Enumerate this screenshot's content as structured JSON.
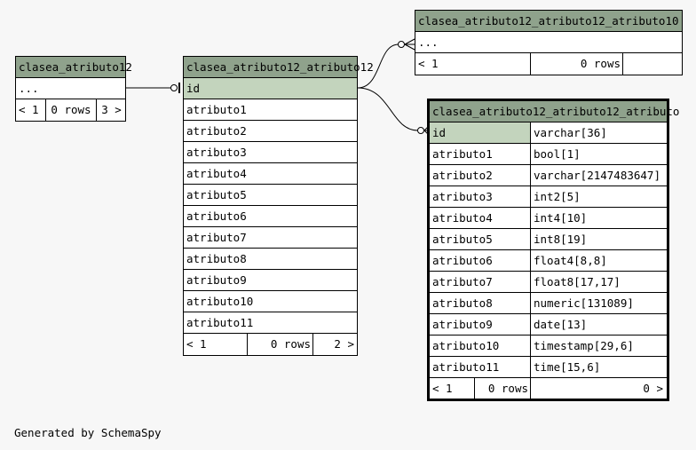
{
  "t_left": {
    "title": "clasea_atributo12",
    "dots": "...",
    "footer": {
      "nav_left": "< 1",
      "rows": "0 rows",
      "nav_right": "3 >"
    }
  },
  "t_mid": {
    "title": "clasea_atributo12_atributo12",
    "columns": [
      "id",
      "atributo1",
      "atributo2",
      "atributo3",
      "atributo4",
      "atributo5",
      "atributo6",
      "atributo7",
      "atributo8",
      "atributo9",
      "atributo10",
      "atributo11"
    ],
    "footer": {
      "nav_left": "< 1",
      "rows": "0 rows",
      "nav_right": "2 >"
    }
  },
  "t_topright": {
    "title": "clasea_atributo12_atributo12_atributo10",
    "dots": "...",
    "footer": {
      "nav_left": "< 1",
      "rows": "0 rows"
    }
  },
  "t_focus": {
    "title": "clasea_atributo12_atributo12_atributo",
    "columns": [
      {
        "name": "id",
        "type": "varchar[36]"
      },
      {
        "name": "atributo1",
        "type": "bool[1]"
      },
      {
        "name": "atributo2",
        "type": "varchar[2147483647]"
      },
      {
        "name": "atributo3",
        "type": "int2[5]"
      },
      {
        "name": "atributo4",
        "type": "int4[10]"
      },
      {
        "name": "atributo5",
        "type": "int8[19]"
      },
      {
        "name": "atributo6",
        "type": "float4[8,8]"
      },
      {
        "name": "atributo7",
        "type": "float8[17,17]"
      },
      {
        "name": "atributo8",
        "type": "numeric[131089]"
      },
      {
        "name": "atributo9",
        "type": "date[13]"
      },
      {
        "name": "atributo10",
        "type": "timestamp[29,6]"
      },
      {
        "name": "atributo11",
        "type": "time[15,6]"
      }
    ],
    "footer": {
      "nav_left": "< 1",
      "rows": "0 rows",
      "nav_right": "0 >"
    }
  },
  "generated_by": "Generated by SchemaSpy",
  "colors": {
    "header": "#8fa28c",
    "pk": "#c3d4bd",
    "background": "#f7f7f7"
  }
}
